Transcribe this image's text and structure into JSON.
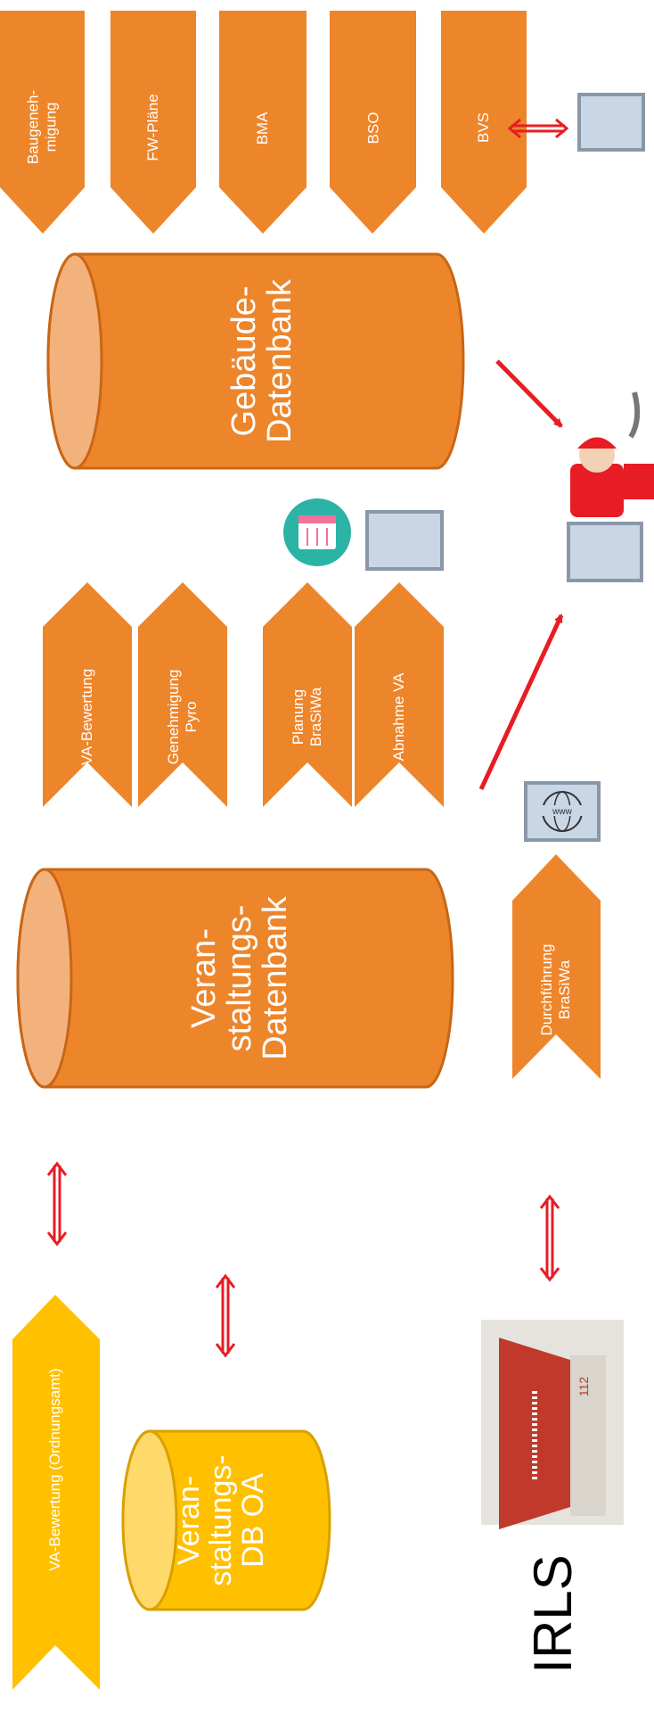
{
  "colors": {
    "orange": "#ED852B",
    "orange_border": "#C86616",
    "orange_cap": "#F3B27C",
    "yellow": "#FFC000",
    "yellow_border": "#D9A000",
    "yellow_cap": "#FFDA6A",
    "arrow_red": "#E81C24",
    "screen": "#C9D6E6",
    "teal": "#2BB3A6"
  },
  "building_chevrons": [
    {
      "label": "Baugeneh-\nmigung"
    },
    {
      "label": "FW-Pläne"
    },
    {
      "label": "BMA"
    },
    {
      "label": "BSO"
    },
    {
      "label": "BVS"
    }
  ],
  "databases": {
    "gebaeude": {
      "label": "Gebäude-\nDatenbank"
    },
    "veranstaltung": {
      "label": "Veran-\nstaltungs-\nDatenbank"
    },
    "oa": {
      "label": "Veran-\nstaltungs-\nDB OA"
    }
  },
  "event_chevrons": [
    {
      "label": "VA-Bewertung"
    },
    {
      "label": "Genehmigung\nPyro"
    },
    {
      "label": "Planung\nBraSiWa"
    },
    {
      "label": "Abnahme VA"
    },
    {
      "label": "Durchführung\nBraSiWa"
    }
  ],
  "oa_chevron": {
    "label": "VA-Bewertung (Ordnungsamt)"
  },
  "irls_label": "IRLS",
  "icons": {
    "monitor": "monitor-icon",
    "calendar": "calendar-icon",
    "web": "www-globe-icon",
    "firefighter": "firefighter-icon",
    "building": "fire-station-building-icon"
  }
}
